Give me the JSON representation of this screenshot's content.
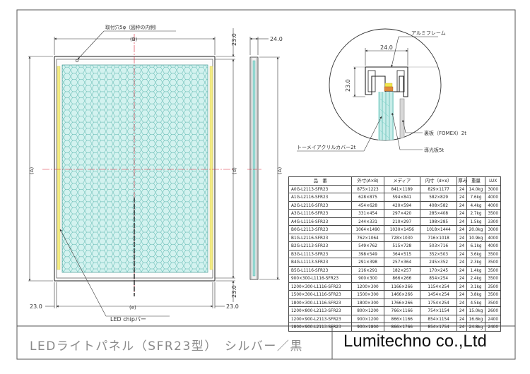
{
  "drawing": {
    "mount_hole_note": "取付穴5φ（図枠の内側）",
    "led_bar_note": "LED chipバー",
    "label_B": "(B)",
    "label_A": "(A)",
    "label_e": "(e)",
    "label_d": "(d)",
    "dim_23": "23.0",
    "dim_24": "24.0",
    "detail_frame": "アルミフレーム",
    "detail_back_board": "裏板（FOMEX）2t",
    "detail_acrylic": "トーメイアクリルカバー2t",
    "detail_light_guide": "導光板5t"
  },
  "table": {
    "headers": [
      "品　番",
      "外寸(A×B)",
      "メディア",
      "内寸（d×e）",
      "厚み",
      "重量",
      "LUX"
    ],
    "rows": [
      [
        "A0G-L2113-SFR23",
        "875×1223",
        "841×1189",
        "829×1177",
        "24",
        "14.0kg",
        "3000"
      ],
      [
        "A1G-L2116-SFR23",
        "628×875",
        "594×841",
        "582×829",
        "24",
        "7.6kg",
        "4000"
      ],
      [
        "A2G-L2116-SFR23",
        "454×628",
        "420×594",
        "408×582",
        "24",
        "4.4kg",
        "4000"
      ],
      [
        "A3G-L1116-SFR23",
        "331×454",
        "297×420",
        "285×408",
        "24",
        "2.7kg",
        "3500"
      ],
      [
        "A4G-L1116-SFR23",
        "244×331",
        "210×297",
        "198×285",
        "24",
        "1.5kg",
        "3300"
      ],
      [
        "B0G-L2113-SFR23",
        "1064×1490",
        "1030×1456",
        "1018×1444",
        "24",
        "20.0kg",
        "3000"
      ],
      [
        "B1G-L2116-SFR23",
        "762×1064",
        "728×1030",
        "716×1018",
        "24",
        "10.9kg",
        "4000"
      ],
      [
        "B2G-L2113-SFR23",
        "549×762",
        "515×728",
        "503×716",
        "24",
        "6.1kg",
        "4000"
      ],
      [
        "B3G-L1113-SFR23",
        "398×549",
        "364×515",
        "352×503",
        "24",
        "3.6kg",
        "3500"
      ],
      [
        "B4G-L1113-SFR23",
        "291×398",
        "257×364",
        "245×352",
        "24",
        "2.3kg",
        "3500"
      ],
      [
        "B5G-L1116-SFR23",
        "216×291",
        "182×257",
        "170×245",
        "24",
        "1.4kg",
        "3500"
      ],
      [
        "900×300-L1116-SFR23",
        "900×300",
        "866×266",
        "854×254",
        "24",
        "2.4kg",
        "3500"
      ],
      [
        "1200×300-L1116-SFR23",
        "1200×300",
        "1166×266",
        "1154×254",
        "24",
        "3.1kg",
        "3500"
      ],
      [
        "1500×300-L1116-SFR23",
        "1500×300",
        "1466×266",
        "1454×254",
        "24",
        "3.8kg",
        "3500"
      ],
      [
        "1800×300-L1116-SFR23",
        "1800×300",
        "1766×266",
        "1754×254",
        "24",
        "4.5kg",
        "3500"
      ],
      [
        "1200×800-L2113-SFR23",
        "800×1200",
        "766×1166",
        "754×1154",
        "24",
        "15.0kg",
        "2600"
      ],
      [
        "1200×900-L2113-SFR23",
        "900×1200",
        "866×1166",
        "854×1154",
        "24",
        "16.6kg",
        "2400"
      ],
      [
        "1800×900-L2113-SFR23",
        "900×1800",
        "866×1766",
        "854×1754",
        "24",
        "24.8kg",
        "2400"
      ]
    ]
  },
  "title_block": {
    "product_title": "LEDライトパネル（SFR23型）　シルバー／黒",
    "company": "Lumitechno co.,Ltd"
  }
}
